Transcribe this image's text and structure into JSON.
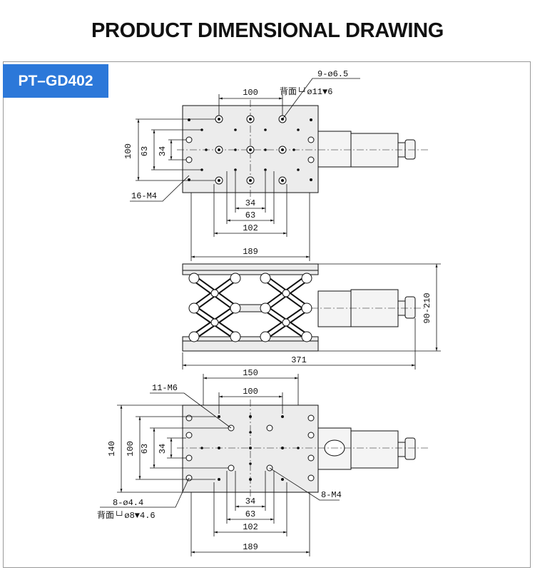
{
  "header": {
    "title": "PRODUCT DIMENSIONAL DRAWING"
  },
  "model": {
    "label": "PT–GD402"
  },
  "top_view": {
    "hole_callout_line1": "9-ø6.5",
    "hole_callout_line2": "背面└┘ø11▼6",
    "thread_callout": "16-M4",
    "dims": {
      "top": "100",
      "height_outer": "100",
      "height_mid": "63",
      "height_inner": "34",
      "b1": "34",
      "b2": "63",
      "b3": "102",
      "width": "189"
    }
  },
  "side_view": {
    "dims": {
      "height_range": "90-210",
      "length": "371"
    }
  },
  "bottom_view": {
    "thread_callout_top": "11-M6",
    "thread_callout_right": "8-M4",
    "hole_callout_line1": "8-ø4.4",
    "hole_callout_line2": "背面└┘ø8▼4.6",
    "dims": {
      "top_outer": "150",
      "top_inner": "100",
      "height_outer": "140",
      "height_mid": "100",
      "height_63": "63",
      "height_34": "34",
      "b1": "34",
      "b2": "63",
      "b3": "102",
      "width": "189"
    }
  }
}
